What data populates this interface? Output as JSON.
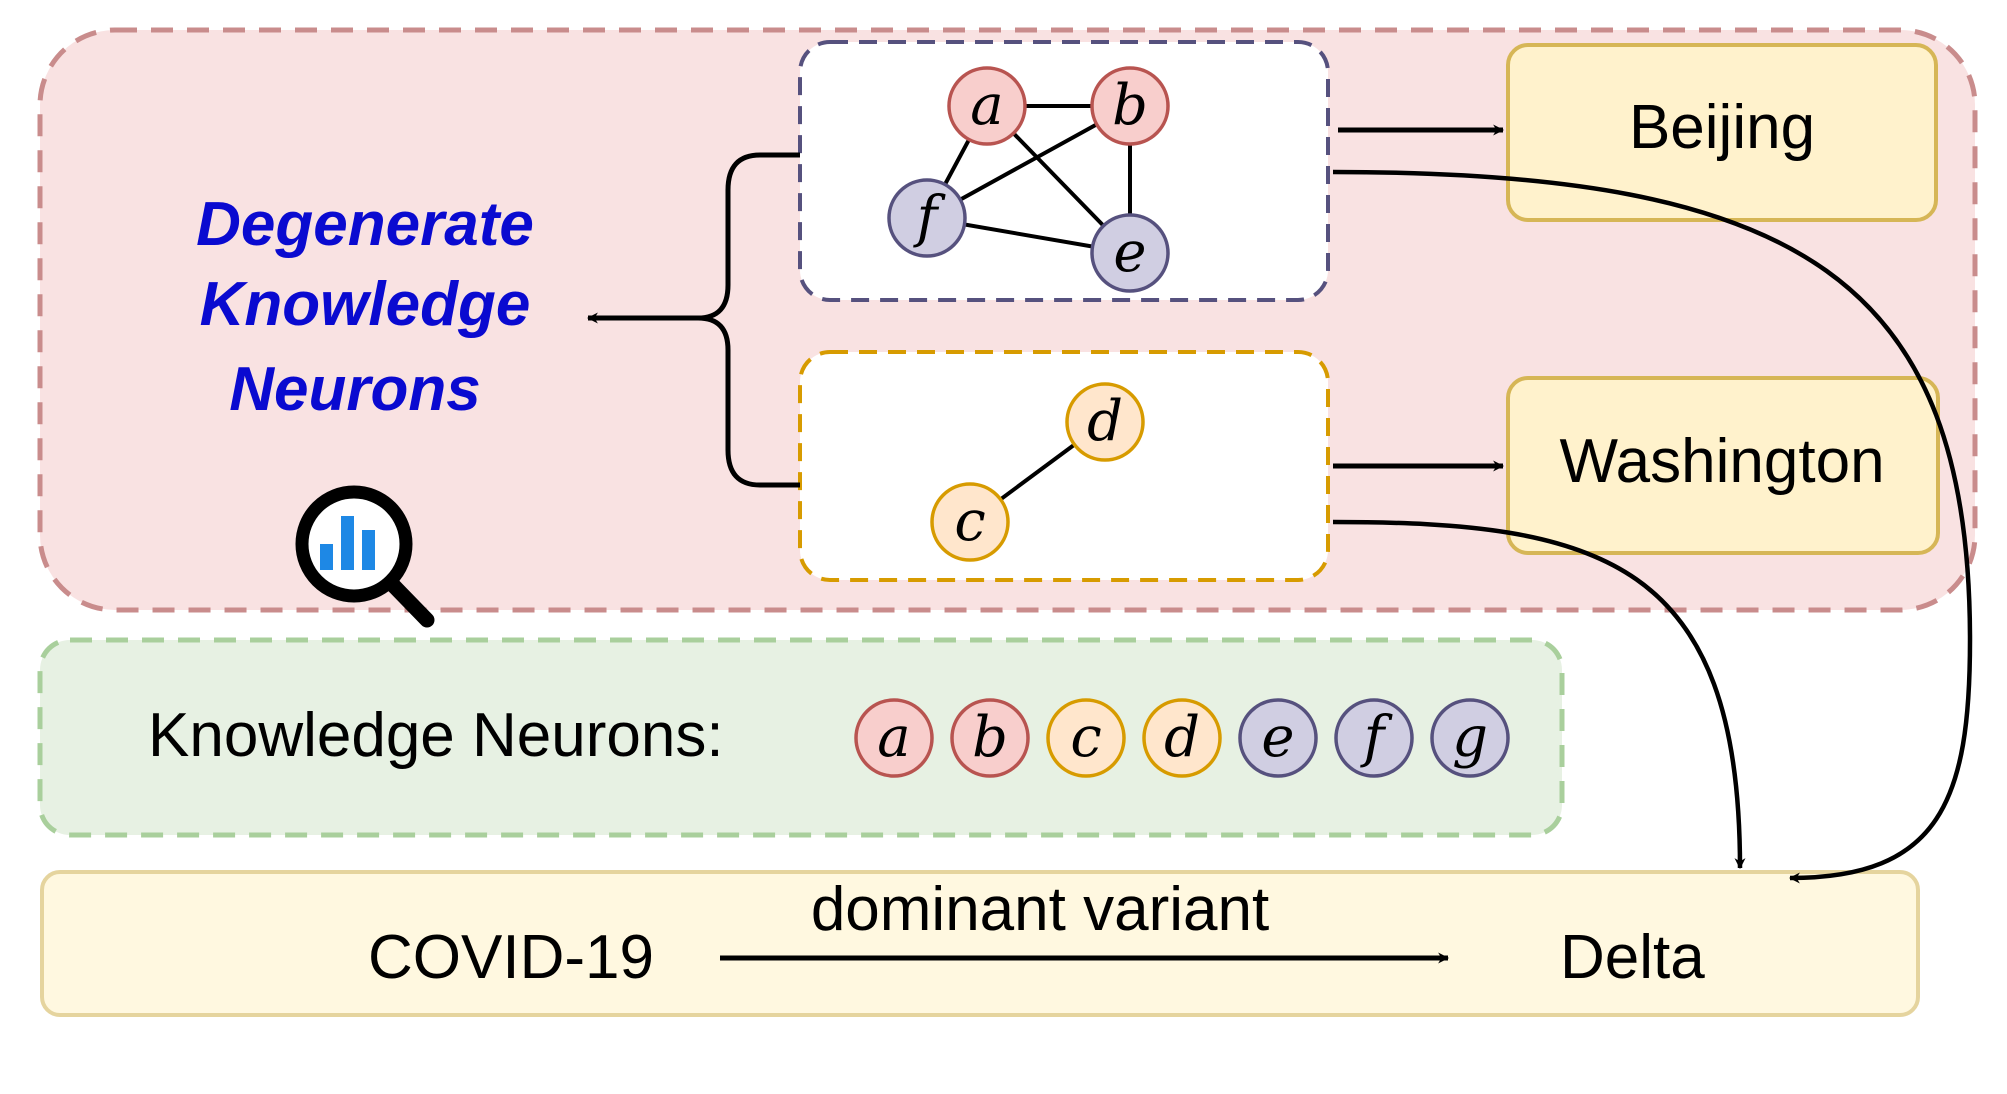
{
  "colors": {
    "pink_bg": "#f9e2e2",
    "pink_border": "#c98c8c",
    "green_bg": "#e7f1e3",
    "green_border": "#a9cf9c",
    "yellow_bg": "#fff2cc",
    "yellow_border": "#d6b656",
    "cream_bg": "#fff8e0",
    "cream_border": "#e5d49e",
    "purple_dash": "#56517e",
    "orange_dash": "#d79b00",
    "red_node_fill": "#f8cecc",
    "red_node_stroke": "#b85450",
    "purple_node_fill": "#d0cee2",
    "purple_node_stroke": "#56517e",
    "orange_node_fill": "#ffe6cc",
    "orange_node_stroke": "#d79b00",
    "title_blue": "#0a0ad0",
    "icon_blue": "#1e88e5"
  },
  "degenerate_panel": {
    "title_lines": [
      "Degenerate",
      "Knowledge",
      "Neurons"
    ],
    "icon": "magnifier-chart-icon"
  },
  "cluster_1": {
    "nodes": [
      {
        "id": "a",
        "label": "a",
        "group": "red"
      },
      {
        "id": "b",
        "label": "b",
        "group": "red"
      },
      {
        "id": "f",
        "label": "f",
        "group": "purple"
      },
      {
        "id": "e",
        "label": "e",
        "group": "purple"
      }
    ],
    "edges": [
      [
        "a",
        "b"
      ],
      [
        "a",
        "f"
      ],
      [
        "a",
        "e"
      ],
      [
        "f",
        "b"
      ],
      [
        "f",
        "e"
      ],
      [
        "b",
        "e"
      ]
    ]
  },
  "cluster_2": {
    "nodes": [
      {
        "id": "d",
        "label": "d",
        "group": "orange"
      },
      {
        "id": "c",
        "label": "c",
        "group": "orange"
      }
    ],
    "edges": [
      [
        "c",
        "d"
      ]
    ]
  },
  "outputs": {
    "beijing": "Beijing",
    "washington": "Washington"
  },
  "knowledge_neurons": {
    "label": "Knowledge Neurons:",
    "nodes": [
      {
        "label": "a",
        "group": "red"
      },
      {
        "label": "b",
        "group": "red"
      },
      {
        "label": "c",
        "group": "orange"
      },
      {
        "label": "d",
        "group": "orange"
      },
      {
        "label": "e",
        "group": "purple"
      },
      {
        "label": "f",
        "group": "purple"
      },
      {
        "label": "g",
        "group": "purple"
      }
    ]
  },
  "fact": {
    "subject": "COVID-19",
    "relation": "dominant variant",
    "object": "Delta"
  }
}
